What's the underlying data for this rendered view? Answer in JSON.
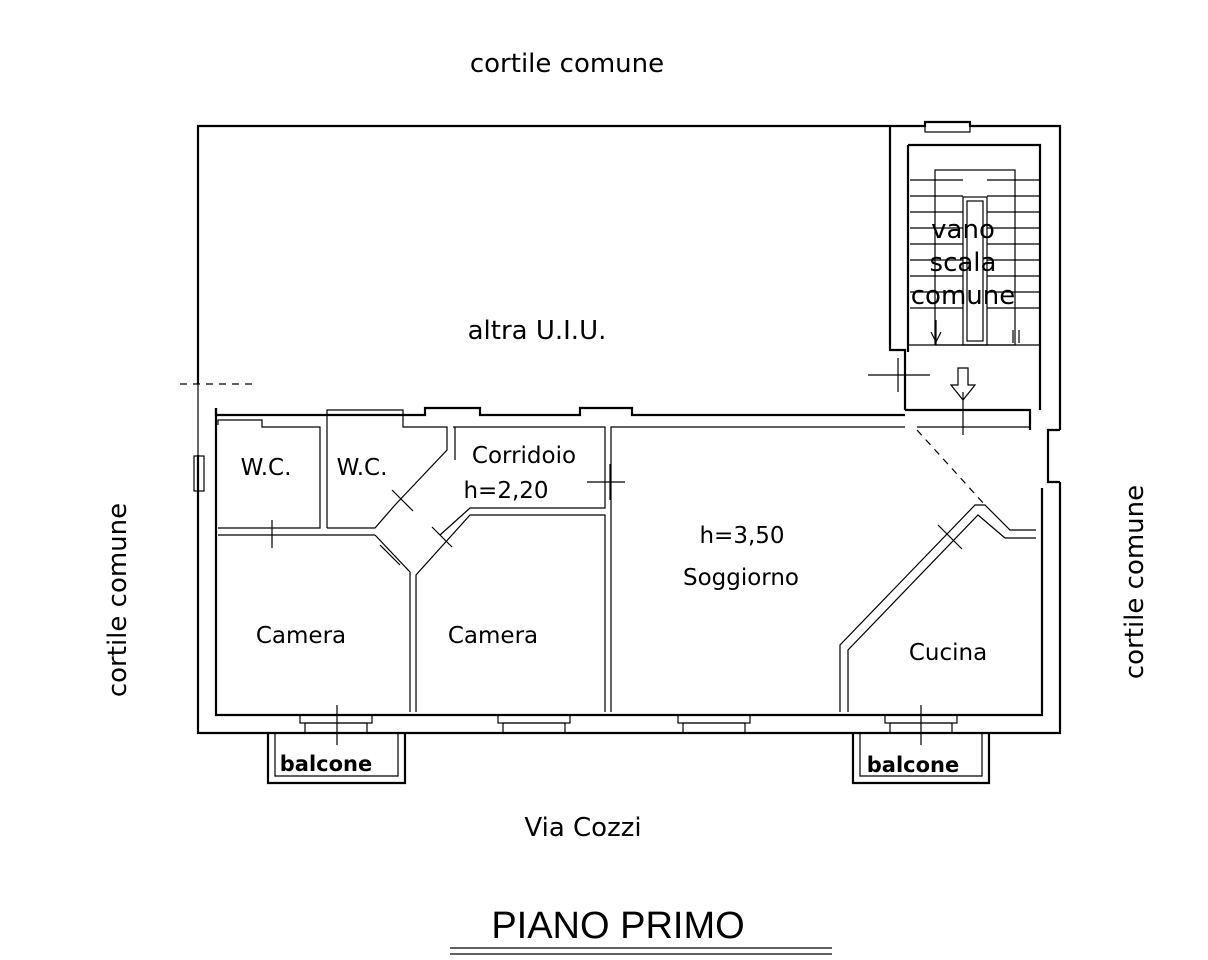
{
  "surroundings": {
    "north": "cortile  comune",
    "west": "cortile  comune",
    "east": "cortile  comune",
    "south": "Via  Cozzi"
  },
  "rooms": {
    "other_unit": "altra U.I.U.",
    "staircase_line1": "vano",
    "staircase_line2": "scala",
    "staircase_line3": "comune",
    "wc_1": "W.C.",
    "wc_2": "W.C.",
    "corridor": "Corridoio",
    "corridor_height": "h=2,20",
    "living_height": "h=3,50",
    "living": "Soggiorno",
    "bedroom_1": "Camera",
    "bedroom_2": "Camera",
    "kitchen": "Cucina",
    "balcony_1": "balcone",
    "balcony_2": "balcone"
  },
  "title": "PIANO  PRIMO"
}
